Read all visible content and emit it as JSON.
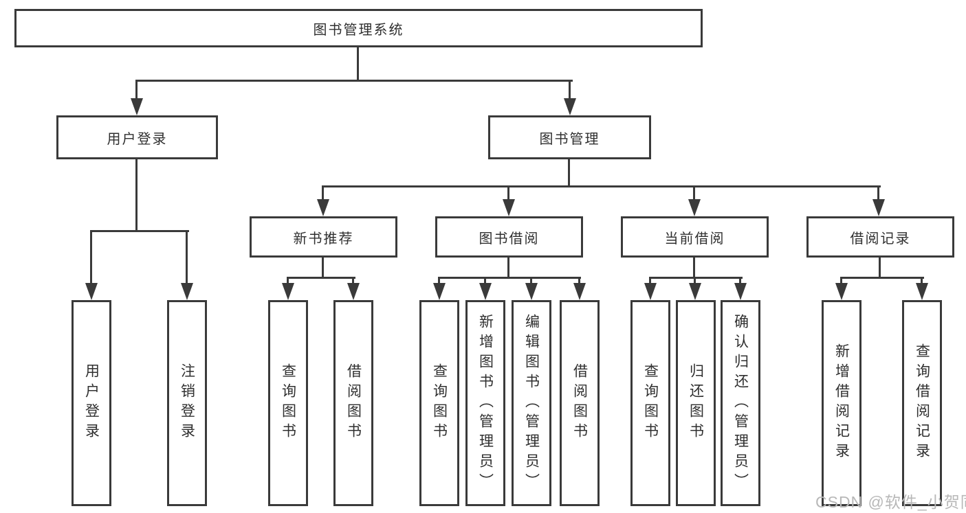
{
  "diagram": {
    "title_node": {
      "label": "图书管理系统"
    },
    "level2": {
      "user": {
        "label": "用户登录"
      },
      "books": {
        "label": "图书管理"
      }
    },
    "level3": {
      "recommend": {
        "label": "新书推荐"
      },
      "borrow": {
        "label": "图书借阅"
      },
      "current": {
        "label": "当前借阅"
      },
      "records": {
        "label": "借阅记录"
      }
    },
    "leaves": {
      "user": [
        "用户登录",
        "注销登录"
      ],
      "recommend": [
        "查询图书",
        "借阅图书"
      ],
      "borrow": [
        "查询图书",
        "新增图书（管理员）",
        "编辑图书（管理员）",
        "借阅图书"
      ],
      "current": [
        "查询图书",
        "归还图书",
        "确认归还（管理员）"
      ],
      "records": [
        "新增借阅记录",
        "查询借阅记录"
      ]
    }
  },
  "watermark": {
    "text": "CSDN @软件_小贺同学",
    "color": "#b8b8b8"
  },
  "colors": {
    "line": "#3a3a3a",
    "text": "#2f2f2f",
    "background": "#ffffff"
  }
}
